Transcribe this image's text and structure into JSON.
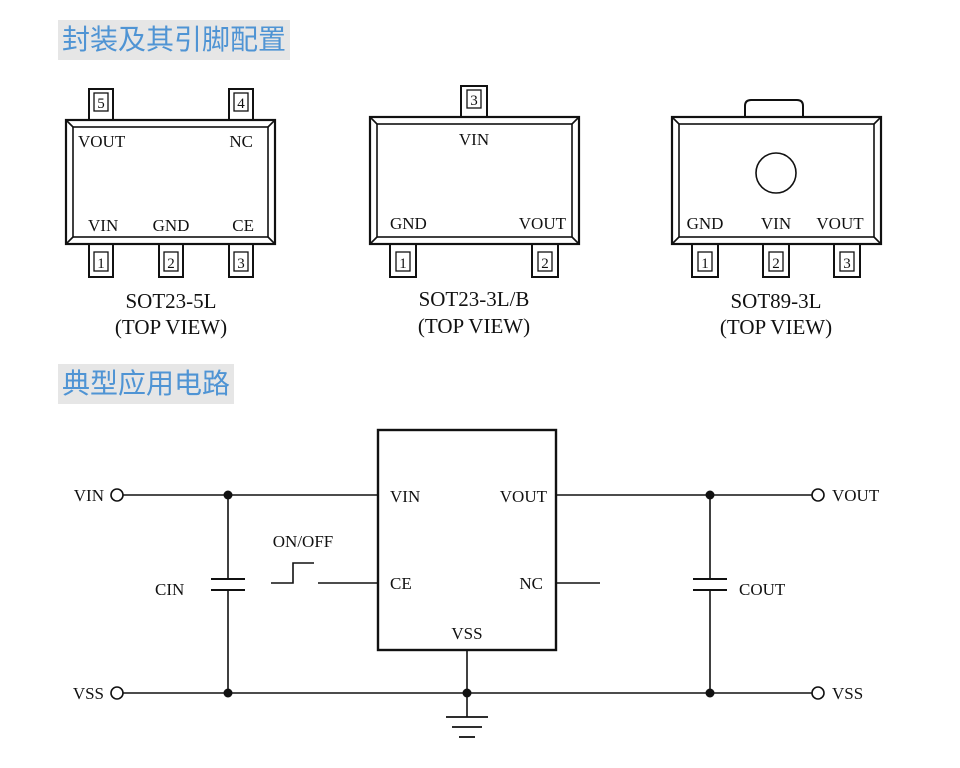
{
  "headings": {
    "pin_config": "封装及其引脚配置",
    "typical_app": "典型应用电路"
  },
  "packages": {
    "sot23_5l": {
      "pins": {
        "p1": "1",
        "p2": "2",
        "p3": "3",
        "p4": "4",
        "p5": "5"
      },
      "labels": {
        "vout": "VOUT",
        "nc": "NC",
        "vin": "VIN",
        "gnd": "GND",
        "ce": "CE"
      },
      "caption": "SOT23-5L",
      "view": "(TOP VIEW)"
    },
    "sot23_3l": {
      "pins": {
        "p1": "1",
        "p2": "2",
        "p3": "3"
      },
      "labels": {
        "vin": "VIN",
        "gnd": "GND",
        "vout": "VOUT"
      },
      "caption": "SOT23-3L/B",
      "view": "(TOP VIEW)"
    },
    "sot89_3l": {
      "pins": {
        "p1": "1",
        "p2": "2",
        "p3": "3"
      },
      "labels": {
        "gnd": "GND",
        "vin": "VIN",
        "vout": "VOUT"
      },
      "caption": "SOT89-3L",
      "view": "(TOP VIEW)"
    }
  },
  "schematic": {
    "ic_pins": {
      "vin": "VIN",
      "ce": "CE",
      "vss": "VSS",
      "vout": "VOUT",
      "nc": "NC"
    },
    "terminals": {
      "vin": "VIN",
      "vss_left": "VSS",
      "vout": "VOUT",
      "vss_right": "VSS"
    },
    "components": {
      "cin": "CIN",
      "cout": "COUT",
      "switch": "ON/OFF"
    }
  }
}
